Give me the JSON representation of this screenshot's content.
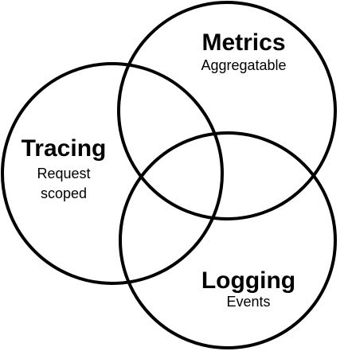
{
  "diagram": {
    "colors": {
      "stroke": "#000000",
      "background": "#ffffff",
      "text": "#000000"
    },
    "sets": [
      {
        "id": "metrics",
        "title": "Metrics",
        "subtitle_lines": [
          "Aggregatable"
        ]
      },
      {
        "id": "tracing",
        "title": "Tracing",
        "subtitle_lines": [
          "Request",
          "scoped"
        ]
      },
      {
        "id": "logging",
        "title": "Logging",
        "subtitle_lines": [
          "Events"
        ]
      }
    ]
  }
}
